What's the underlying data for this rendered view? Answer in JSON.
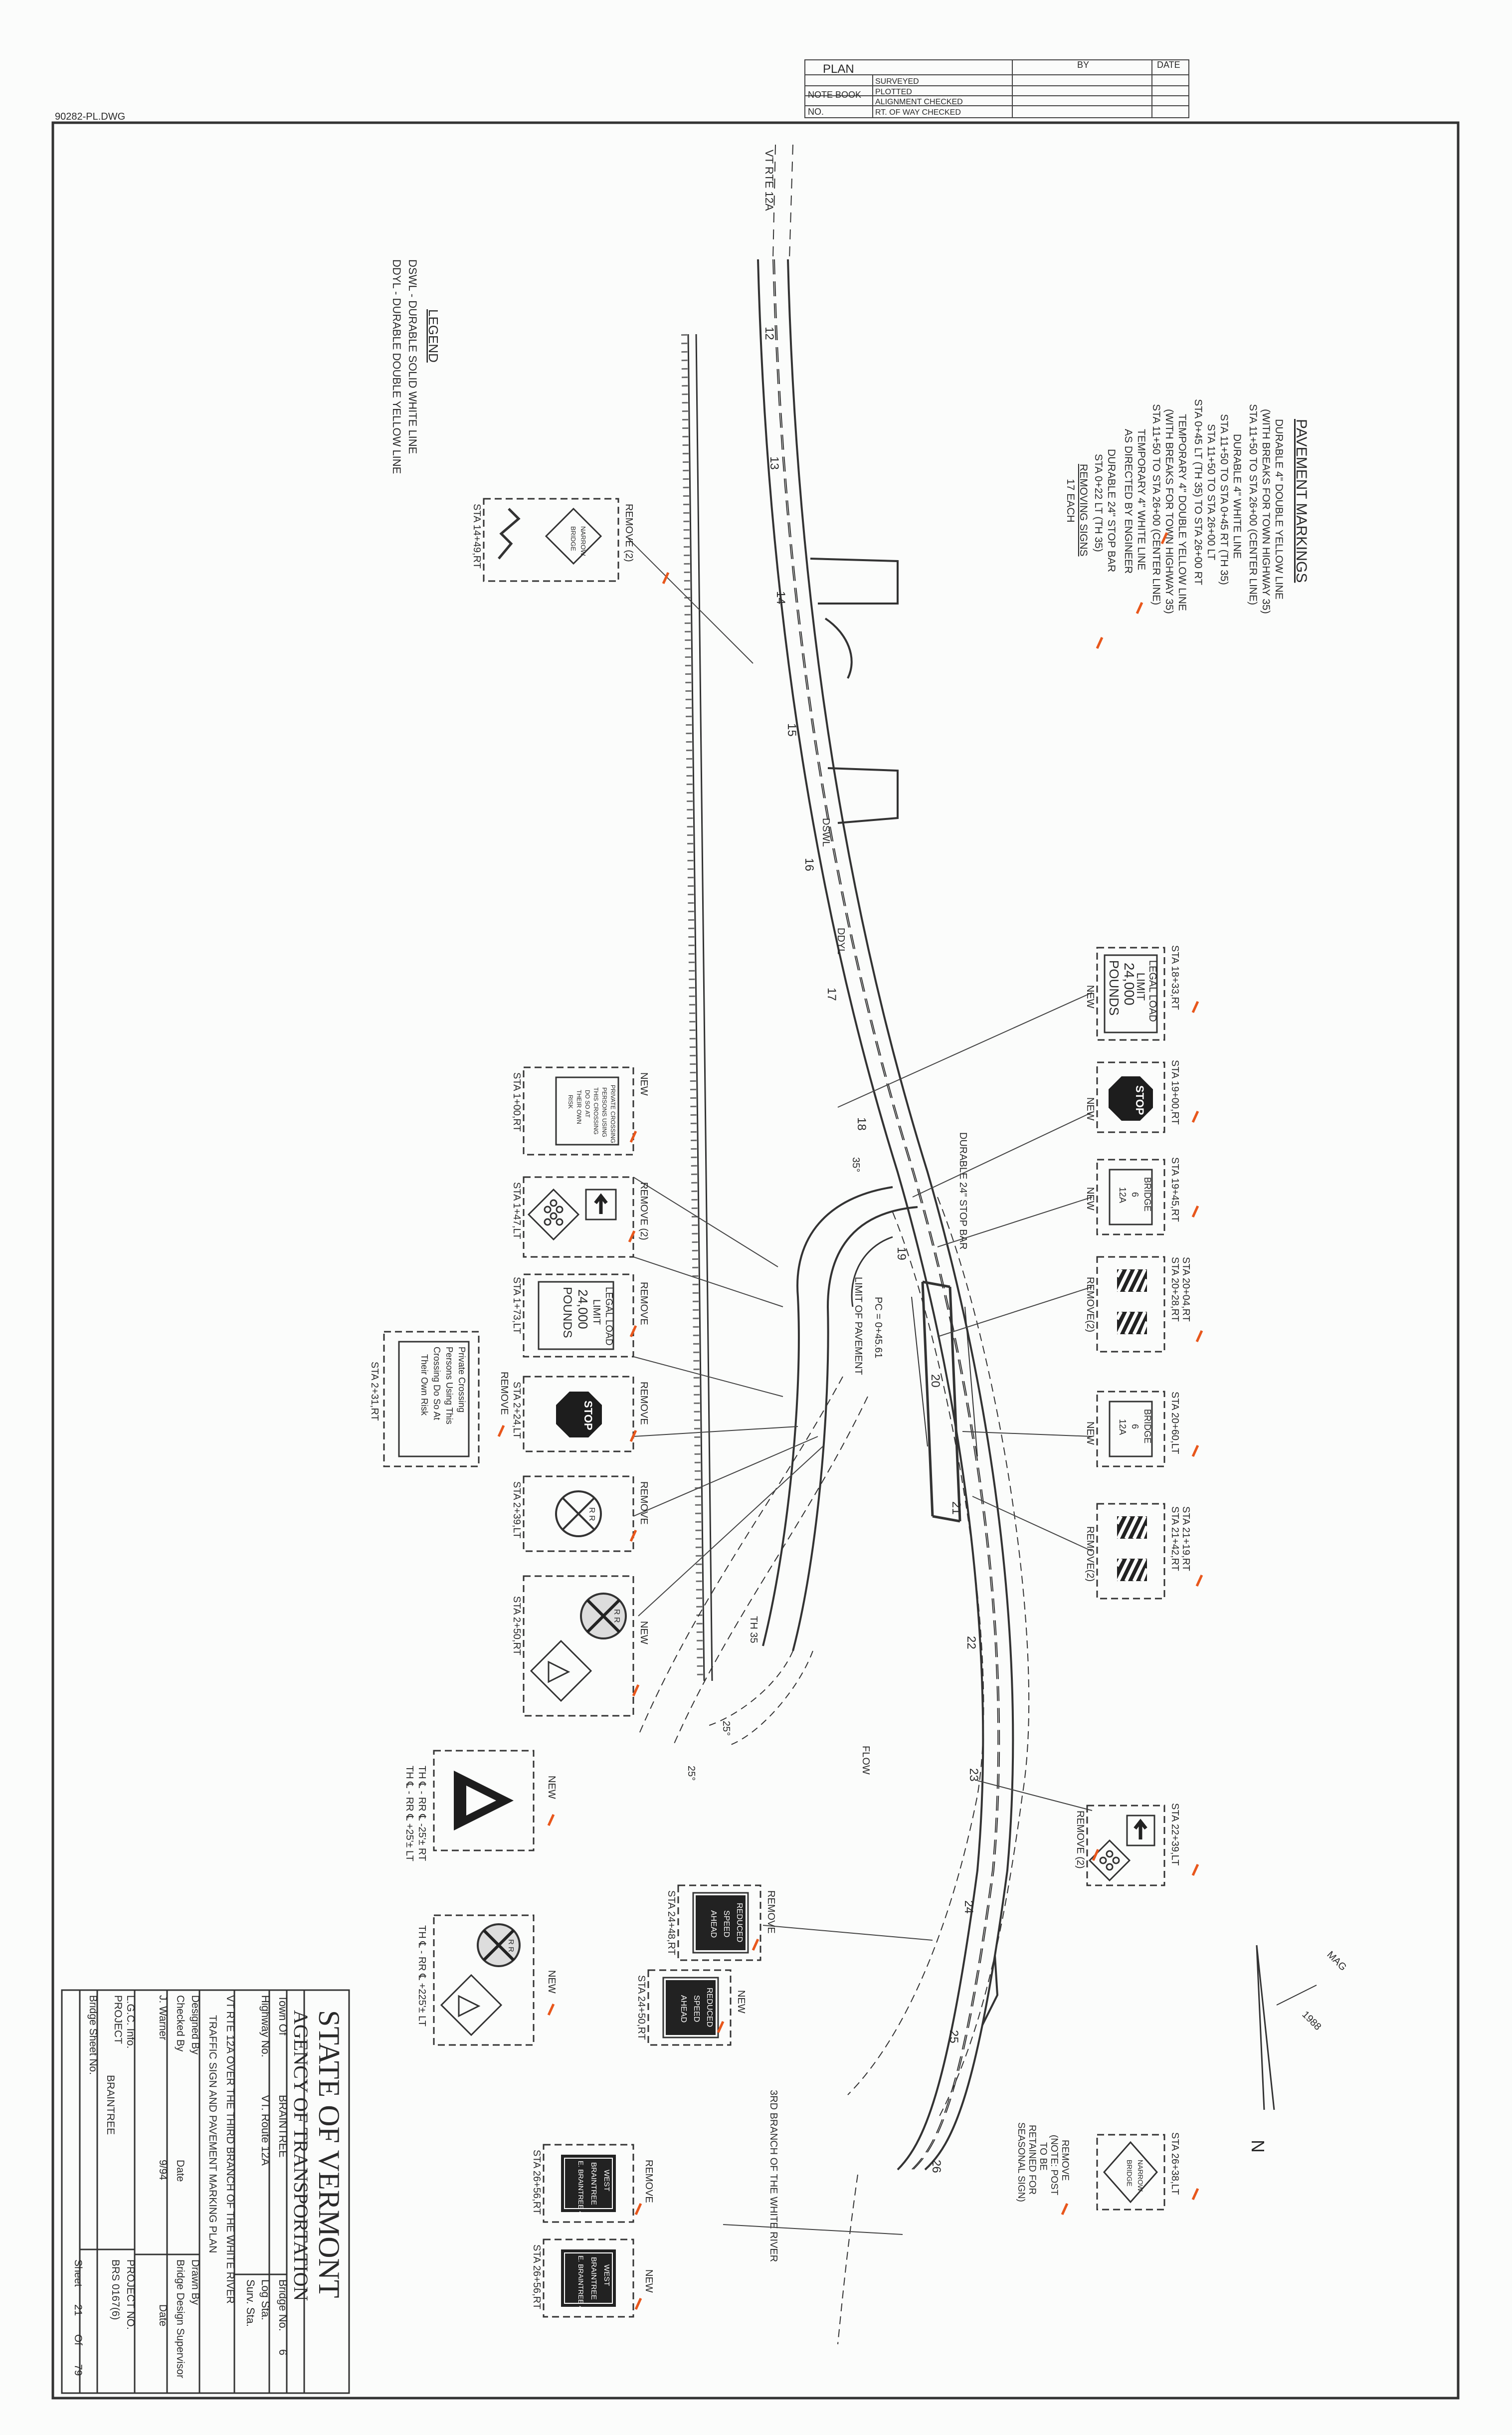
{
  "drawing_id": "90282-PL.DWG",
  "notebook": {
    "plan": "PLAN",
    "note_book": "NOTE BOOK",
    "no": "NO.",
    "by": "BY",
    "date": "DATE",
    "rows": [
      "SURVEYED",
      "PLOTTED",
      "ALIGNMENT CHECKED",
      "RT. OF WAY CHECKED"
    ]
  },
  "legend": {
    "title": "LEGEND",
    "lines": [
      "DSWL - DURABLE SOLID WHITE LINE",
      "DDYL - DURABLE DOUBLE YELLOW LINE"
    ]
  },
  "pavement_markings": {
    "title": "PAVEMENT MARKINGS",
    "lines": [
      "DURABLE 4\" DOUBLE YELLOW LINE",
      "(WITH BREAKS FOR TOWN HIGHWAY 35)",
      "STA 11+50 TO STA 26+00 (CENTER LINE)",
      "DURABLE 4\" WHITE LINE",
      "STA 11+50 TO STA 0+45 RT (TH 35)",
      "STA 11+50 TO STA 26+00 LT",
      "STA 0+45 LT (TH 35) TO STA 26+00 RT",
      "TEMPORARY 4\" DOUBLE YELLOW LINE",
      "(WITH BREAKS FOR TOWN HIGHWAY 35)",
      "STA 11+50 TO STA 26+00 (CENTER LINE)",
      "TEMPORARY 4\" WHITE LINE",
      "AS DIRECTED BY ENGINEER",
      "DURABLE 24\" STOP BAR",
      "STA 0+22 LT (TH 35)",
      "REMOVING SIGNS",
      "17 EACH"
    ]
  },
  "roads": {
    "vt_rte": "VT RTE 12A",
    "th35": "TH 35",
    "flow": "FLOW",
    "river": "3RD BRANCH OF THE WHITE RIVER",
    "dswl": "DSWL",
    "ddyl": "DDYL",
    "pc": "PC = 0+45.61",
    "limit": "LIMIT OF PAVEMENT",
    "stop_bar": "DURABLE 24\" STOP BAR",
    "angles": [
      "35°",
      "25°",
      "25°"
    ],
    "stations": [
      "12",
      "13",
      "14",
      "15",
      "16",
      "17",
      "18",
      "19",
      "20",
      "21",
      "22",
      "23",
      "24",
      "25",
      "26"
    ]
  },
  "signs": {
    "new": "NEW",
    "remove": "REMOVE",
    "remove2": "REMOVE (2)",
    "remove2b": "REMOVE(2)",
    "narrow_bridge": [
      "NARROW",
      "BRIDGE"
    ],
    "legal_load": [
      "LEGAL LOAD",
      "LIMIT",
      "24,000",
      "POUNDS"
    ],
    "stop": "STOP",
    "bridge": [
      "BRIDGE",
      "6",
      "12A"
    ],
    "rr": "R R",
    "private_crossing": [
      "PRIVATE CROSSING",
      "PERSONS USING",
      "THIS CROSSING",
      "DO SO AT",
      "THEIR OWN",
      "RISK"
    ],
    "private_crossing2": [
      "Private Crossing",
      "Persons Using This",
      "Crossing Do So At",
      "Their Own Risk"
    ],
    "reduced_speed": [
      "REDUCED",
      "SPEED",
      "AHEAD"
    ],
    "west_braintree": [
      "WEST",
      "BRAINTREE",
      "E. BRAINTREE 4"
    ],
    "retained_note": [
      "REMOVE",
      "(NOTE: POST",
      "TO BE",
      "RETAINED FOR",
      "SEASONAL SIGN)"
    ],
    "yield_th": [
      "TH ℄ - RR ℄ -25'± RT",
      "TH ℄ - RR ℄ +25'± LT"
    ],
    "rr_th": "TH ℄ - RR ℄ +225'± LT",
    "sta": {
      "s1449": "STA 14+49,RT",
      "s1833": "STA 18+33,RT",
      "s1900": "STA 19+00,RT",
      "s1945": "STA 19+45,RT",
      "s2004": "STA 20+04,RT",
      "s2028": "STA 20+28,RT",
      "s2060": "STA 20+60,LT",
      "s2119": "STA 21+19,RT",
      "s2142": "STA 21+42,RT",
      "s2239": "STA 22+39,LT",
      "s2448": "STA 24+48,RT",
      "s2450": "STA 24+50,RT",
      "s2638": "STA 26+38,LT",
      "s2656a": "STA 26+56,RT",
      "s2656b": "STA 26+56,RT",
      "s100": "STA 1+00,RT",
      "s147": "STA 1+47,LT",
      "s173": "STA 1+73,LT",
      "s224": "STA 2+24,LT",
      "s231": "STA 2+31,RT",
      "s239": "STA 2+39,LT",
      "s250": "STA 2+50,RT"
    }
  },
  "north": {
    "label": "N",
    "mag": "MAG",
    "year": "1988"
  },
  "title_block": {
    "state": "STATE OF VERMONT",
    "agency": "AGENCY OF TRANSPORTATION",
    "town_of": "Town Of",
    "town": "BRAINTREE",
    "bridge_no_label": "Bridge No.",
    "bridge_no": "6",
    "highway_no": "Highway No.",
    "route": "VT. Route 12A",
    "log_sta": "Log Sta.",
    "surv_sta": "Surv. Sta.",
    "project_desc": "VT RTE 12A OVER THE THIRD BRANCH OF THE WHITE RIVER",
    "plan_title": "TRAFFIC SIGN AND PAVEMENT MARKING PLAN",
    "designed_by": "Designed By",
    "drawn_by": "Drawn By",
    "checked_by": "Checked By",
    "date_label": "Date",
    "supervisor": "Bridge Design Supervisor",
    "checker": "J. Warner",
    "date_value": "9/94",
    "date_label2": "Date",
    "lgc": "L.G.C. Info.",
    "project_label": "PROJECT",
    "project_name": "BRAINTREE",
    "project_no_label": "PROJECT NO.",
    "project_no": "BRS 0167(6)",
    "bridge_sheet": "Bridge Sheet No.",
    "sheet_label": "Sheet",
    "sheet_no": "21",
    "of_label": "Of",
    "sheet_total": "79"
  }
}
